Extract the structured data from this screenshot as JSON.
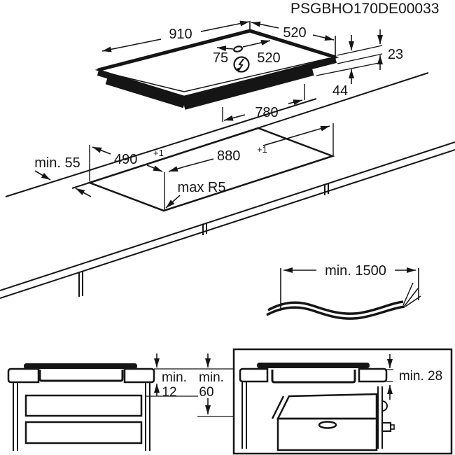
{
  "title": "PSGBHO170DE00033",
  "hob": {
    "width": "910",
    "depth": "520",
    "cable_offset_left": "75",
    "cable_offset_right": "520",
    "edge_height": "23",
    "body_height": "44",
    "body_width": "780"
  },
  "cutout": {
    "wall_clearance": "min. 55",
    "depth": "490",
    "depth_tolerance": "+1",
    "width": "880",
    "width_tolerance": "+1",
    "corner_radius": "max R5"
  },
  "cable": {
    "min_length": "min. 1500"
  },
  "drawer_section": {
    "worktop_min_label": "min.",
    "worktop_min_value": "12",
    "drawer_min_label": "min.",
    "drawer_min_value": "60"
  },
  "oven_section": {
    "oven_clearance": "min. 28"
  },
  "icons": {
    "electric_connection": "lightning-bolt"
  },
  "colors": {
    "ink": "#151515",
    "background": "#ffffff"
  }
}
